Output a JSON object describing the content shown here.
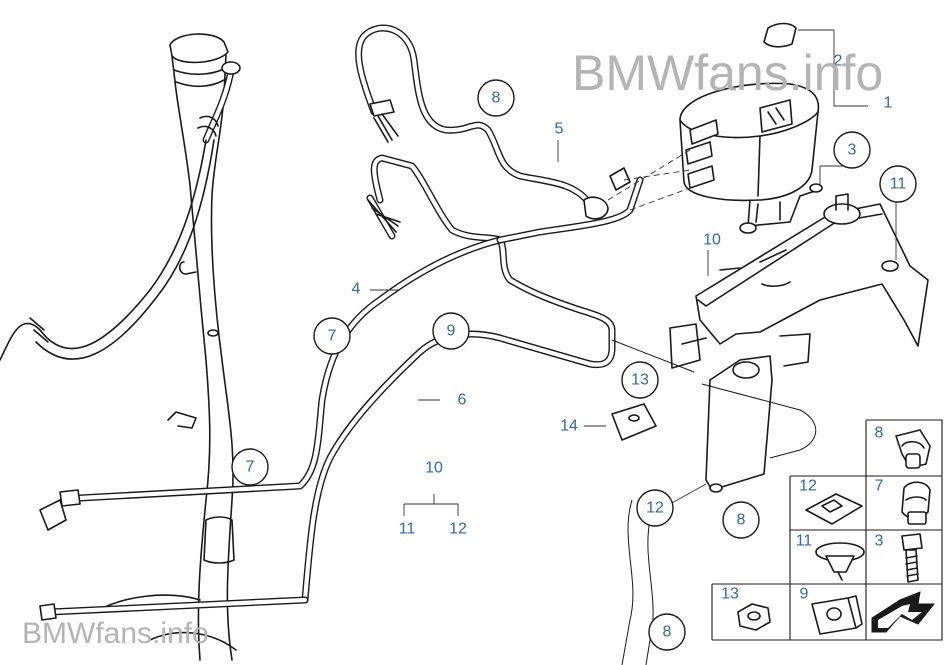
{
  "watermark_top": "BMWfans.info",
  "watermark_bottom": "BMWfans.info",
  "callouts": {
    "c1": "1",
    "c2": "2",
    "c3": "3",
    "c4": "4",
    "c5": "5",
    "c6": "6",
    "c7a": "7",
    "c7b": "7",
    "c8a": "8",
    "c8b": "8",
    "c8c": "8",
    "c9": "9",
    "c10a": "10",
    "c10b": "10",
    "c11a": "11",
    "c11b": "11",
    "c12a": "12",
    "c12b": "12",
    "c13": "13",
    "c14": "14"
  },
  "parts_grid": {
    "p8": "8",
    "p7": "7",
    "p12": "12",
    "p11": "11",
    "p3": "3",
    "p13": "13",
    "p9": "9"
  },
  "colors": {
    "callout": "#2f6aa8",
    "watermark": "#b4b4b4",
    "line": "#1a1a1a"
  }
}
